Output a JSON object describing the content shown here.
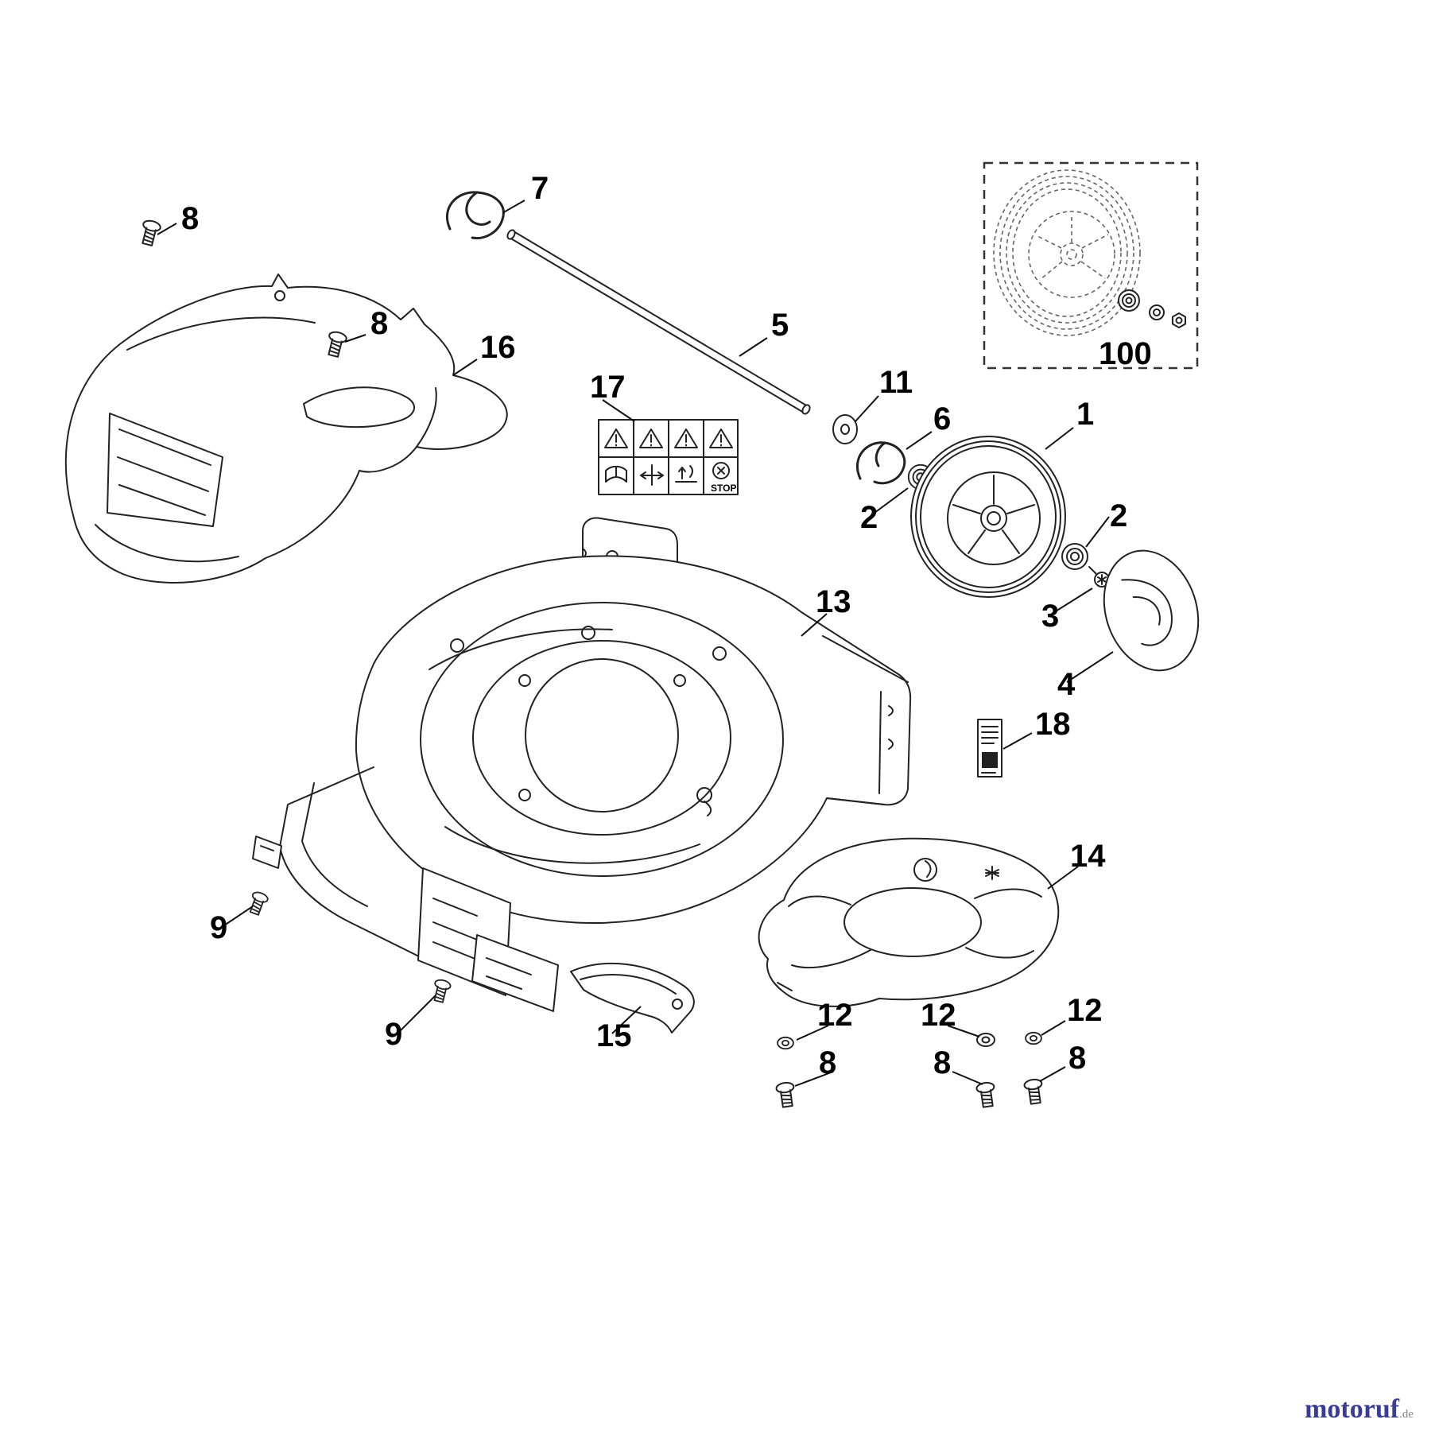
{
  "labels": {
    "n8a": "8",
    "n8b": "8",
    "n8c": "8",
    "n8d": "8",
    "n8e": "8",
    "n7": "7",
    "n16": "16",
    "n5": "5",
    "n17": "17",
    "n11": "11",
    "n100": "100",
    "n6": "6",
    "n1": "1",
    "n2a": "2",
    "n2b": "2",
    "n3": "3",
    "n4": "4",
    "n13": "13",
    "n18": "18",
    "n14": "14",
    "n9a": "9",
    "n9b": "9",
    "n15": "15",
    "n12a": "12",
    "n12b": "12",
    "n12c": "12"
  },
  "warning_label": {
    "stop": "STOP"
  },
  "watermark": {
    "name": "motoruf",
    "suffix": ".de"
  }
}
